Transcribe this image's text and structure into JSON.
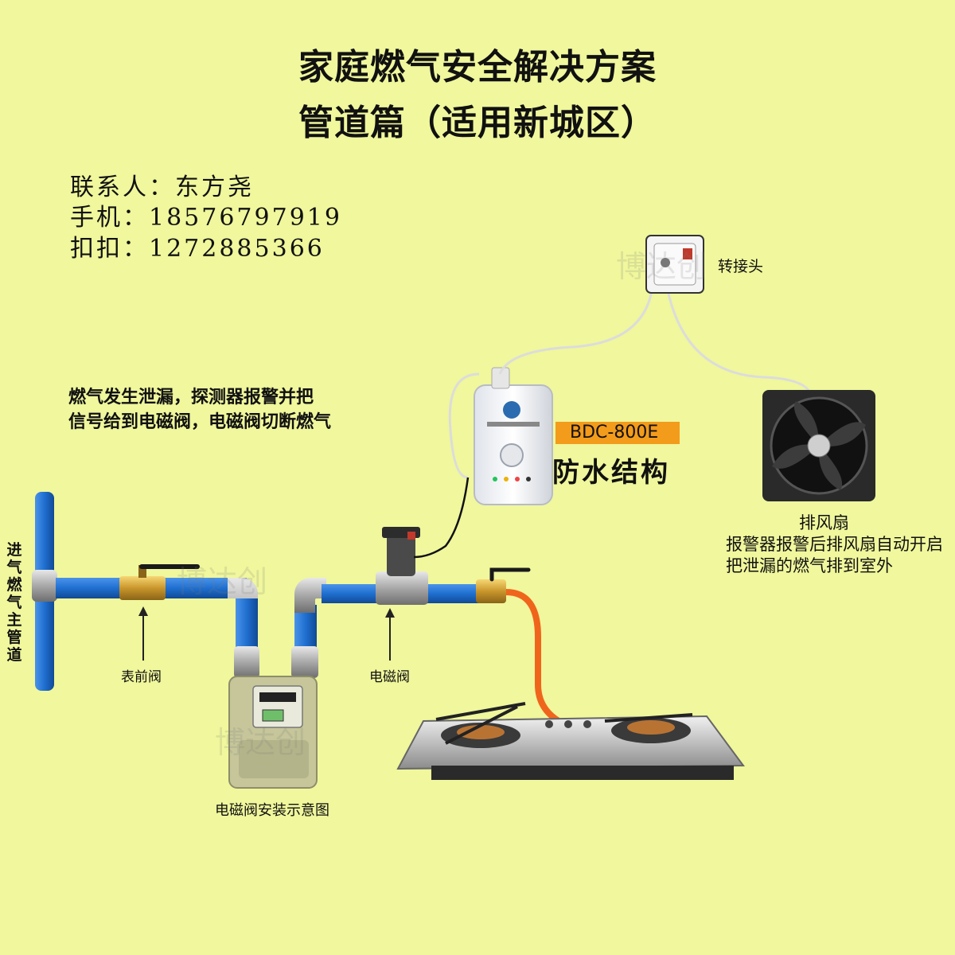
{
  "title_line1": "家庭燃气安全解决方案",
  "title_line2": "管道篇（适用新城区）",
  "contact": {
    "person": "联系人：东方尧",
    "phone": "手机：18576797919",
    "qq": "扣扣：1272885366"
  },
  "description_line1": "燃气发生泄漏，探测器报警并把",
  "description_line2": "信号给到电磁阀，电磁阀切断燃气",
  "detector": {
    "model": "BDC-800E",
    "feature": "防水结构"
  },
  "adapter_label": "转接头",
  "fan": {
    "title": "排风扇",
    "line1": "报警器报警后排风扇自动开启",
    "line2": "把泄漏的燃气排到室外"
  },
  "main_pipe_label": "进气燃气主管道",
  "meter_valve_label": "表前阀",
  "solenoid_label": "电磁阀",
  "install_caption": "电磁阀安装示意图",
  "watermark": "博达创",
  "colors": {
    "background": "#f0f79c",
    "pipe": "#1f6fd0",
    "hose": "#f0651c",
    "badge": "#f39b1b"
  }
}
